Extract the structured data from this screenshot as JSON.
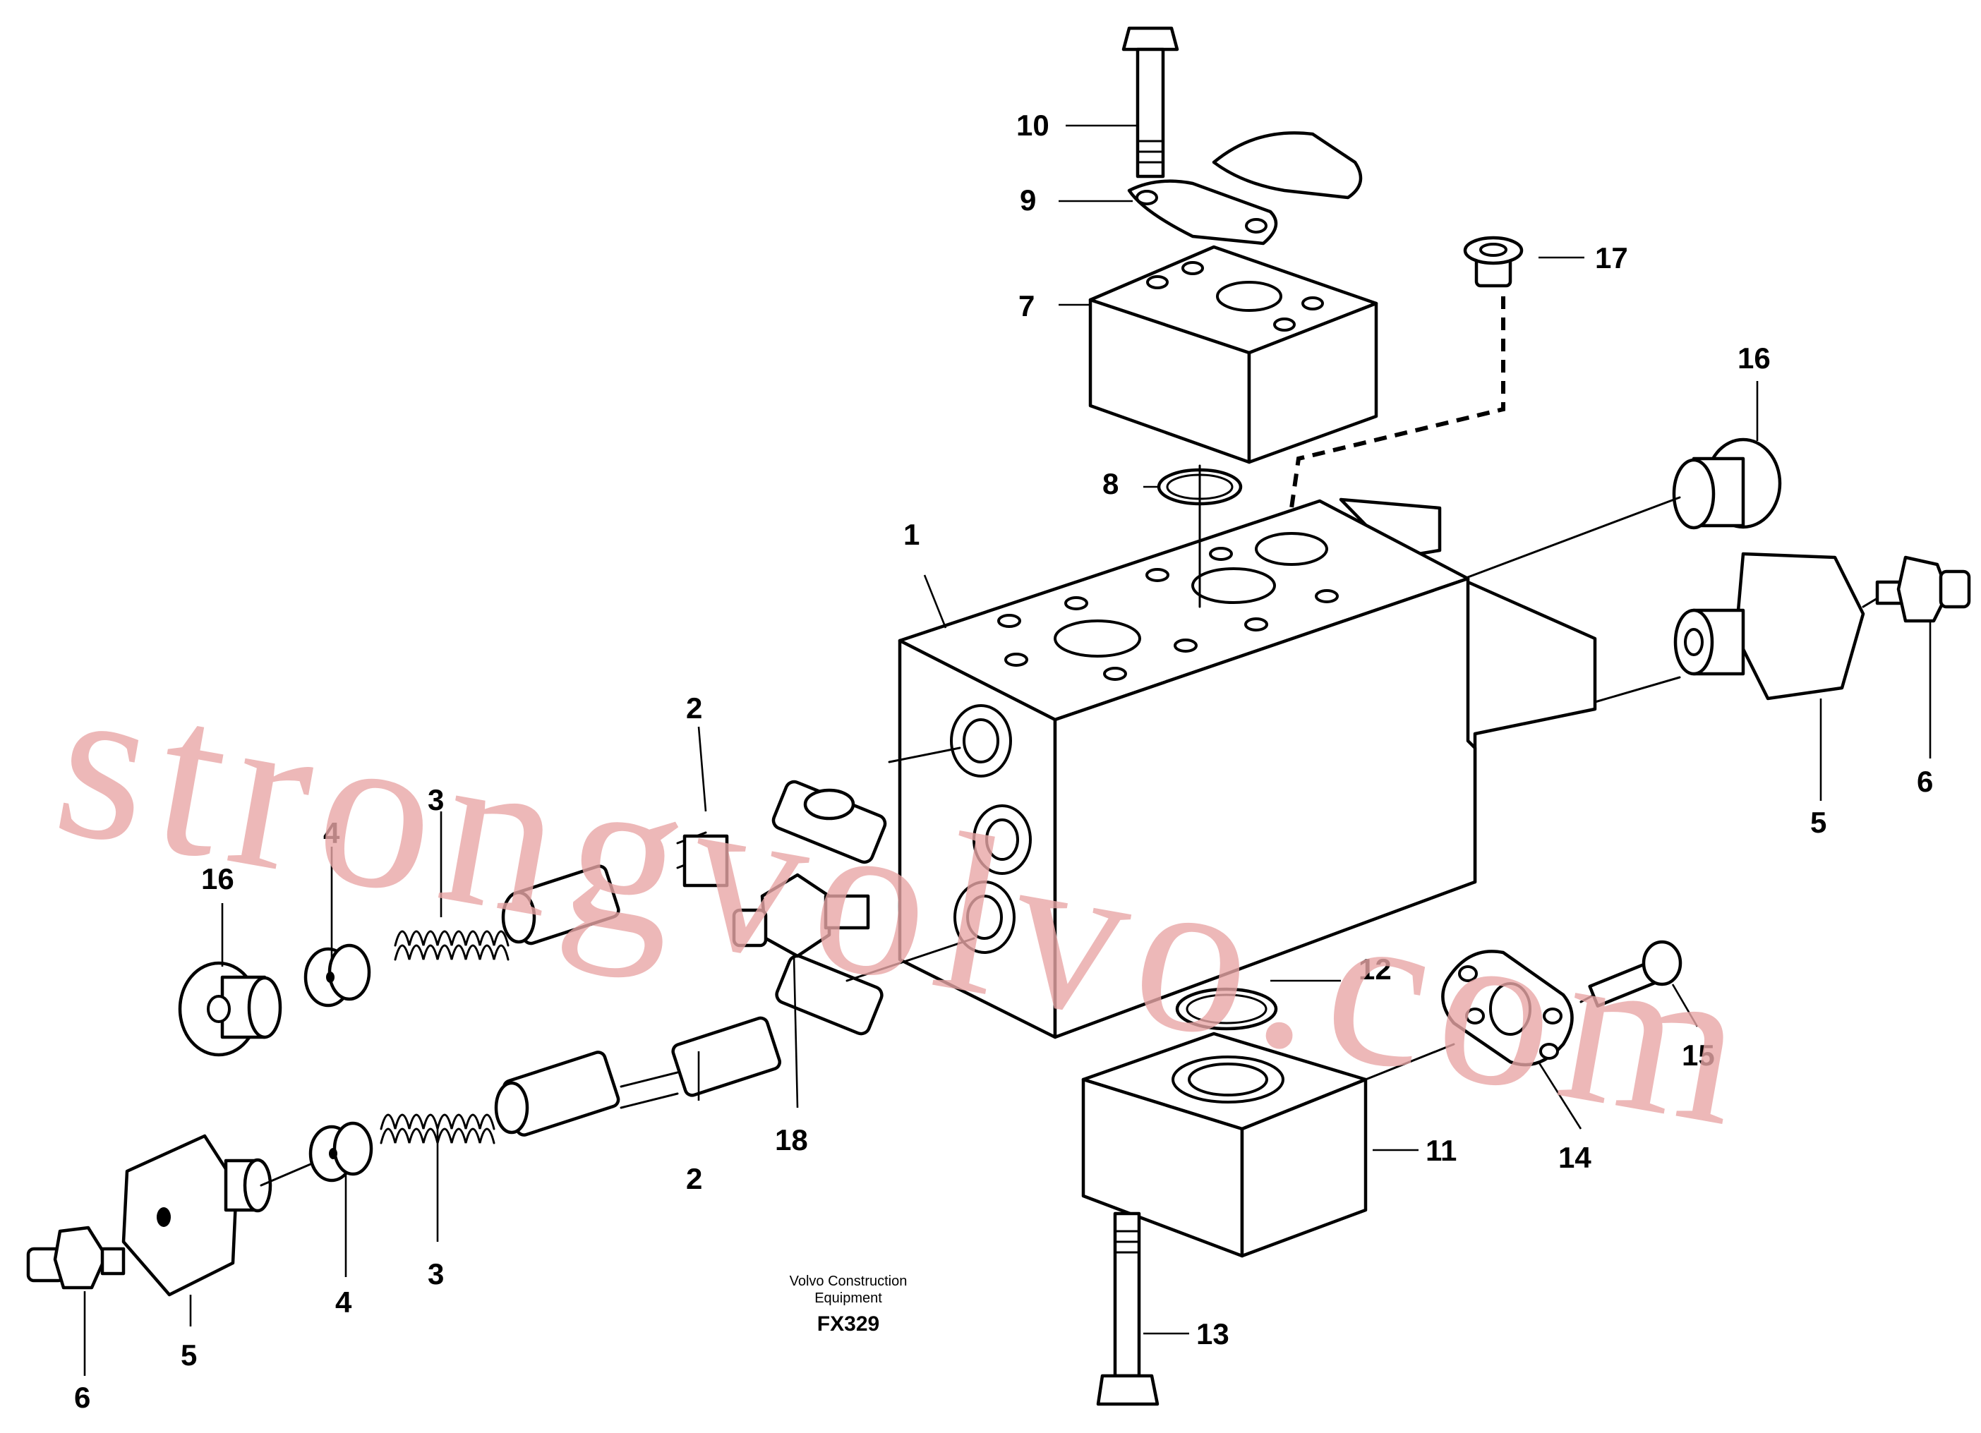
{
  "callouts": [
    "1",
    "2",
    "2",
    "3",
    "3",
    "4",
    "4",
    "5",
    "5",
    "6",
    "6",
    "7",
    "8",
    "9",
    "10",
    "11",
    "12",
    "13",
    "14",
    "15",
    "16",
    "16",
    "17",
    "18"
  ],
  "caption": {
    "line1": "Volvo Construction",
    "line2": "Equipment",
    "code": "FX329"
  },
  "watermark": "strongvolvo.com"
}
